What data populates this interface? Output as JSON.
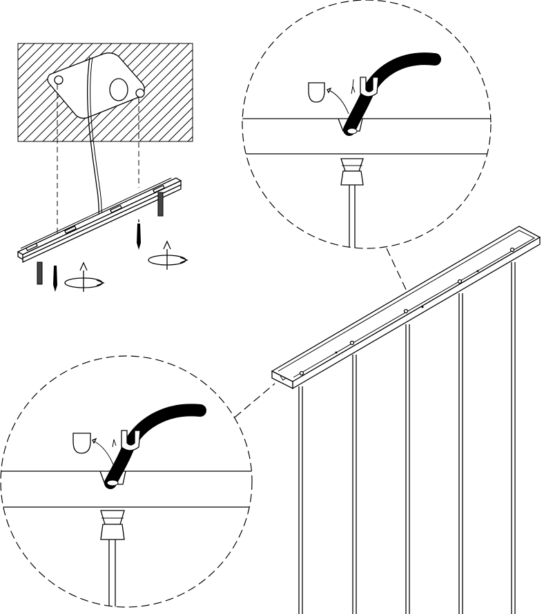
{
  "figure": {
    "description_labels": [],
    "steps": [
      {
        "id": "mount",
        "icons": [
          "screw-icon",
          "wall-anchor-icon",
          "rotate-arrow-icon"
        ]
      },
      {
        "id": "detail-top",
        "icons": [
          "cable-clip-icon",
          "strain-relief-icon"
        ]
      },
      {
        "id": "detail-bottom",
        "icons": [
          "cable-clip-icon",
          "strain-relief-icon"
        ]
      },
      {
        "id": "fixture",
        "icons": [
          "canopy-bar-icon",
          "suspension-rod-icon"
        ]
      }
    ]
  },
  "colors": {
    "line": "#000000",
    "background": "#ffffff"
  }
}
